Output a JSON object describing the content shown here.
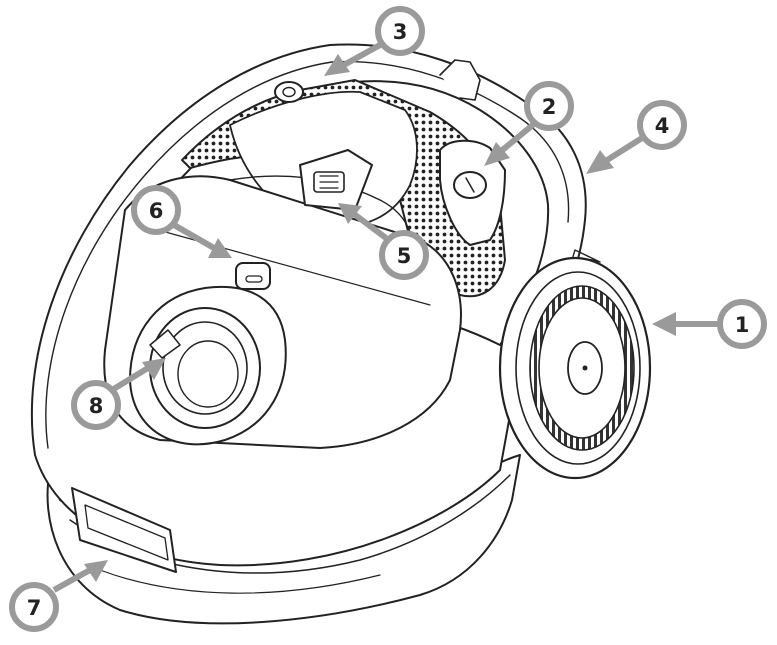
{
  "figure": {
    "subject": "vacuum cleaner",
    "line_color": "#222222",
    "callout_color": "#9a9a9a",
    "callout_fill": "#ffffff"
  },
  "callouts": [
    {
      "label": "1"
    },
    {
      "label": "2"
    },
    {
      "label": "3"
    },
    {
      "label": "4"
    },
    {
      "label": "5"
    },
    {
      "label": "6"
    },
    {
      "label": "7"
    },
    {
      "label": "8"
    }
  ]
}
